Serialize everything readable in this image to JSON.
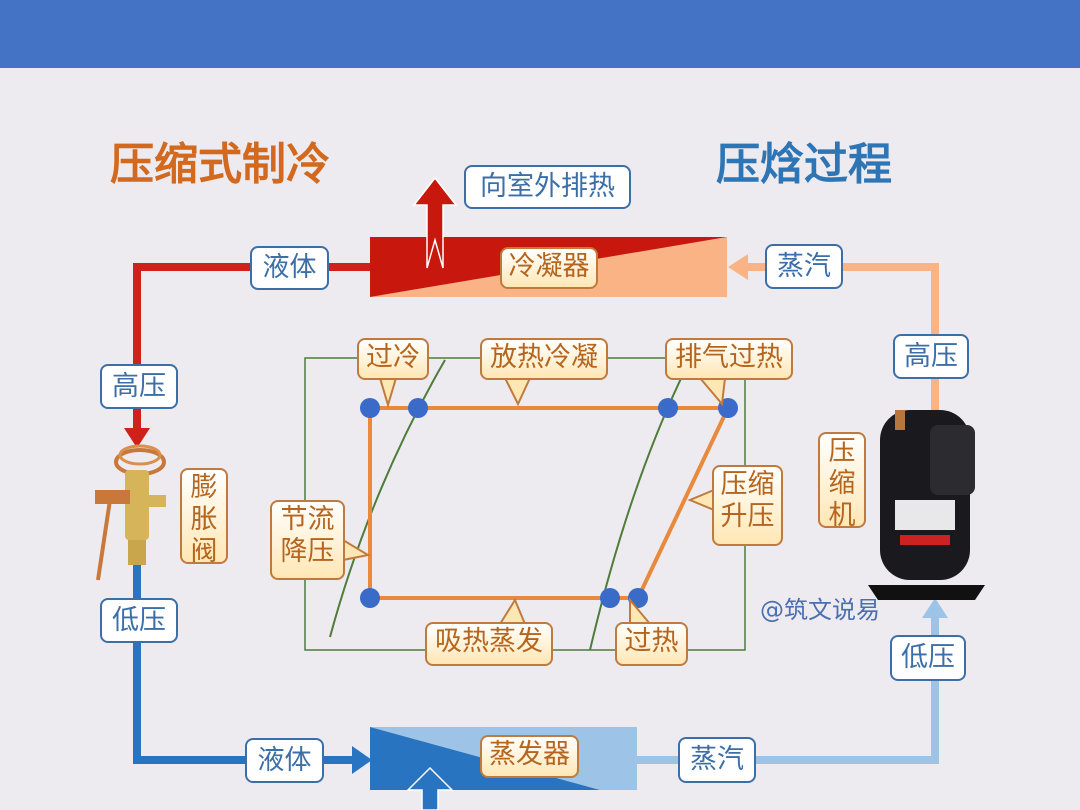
{
  "titles": {
    "left": "压缩式制冷",
    "right": "压焓过程"
  },
  "condenser": {
    "label": "冷凝器",
    "heat_out": "向室外排热"
  },
  "evaporator": {
    "label": "蒸发器"
  },
  "pipes": {
    "top_left_state": "液体",
    "left_pressure_high": "高压",
    "left_pressure_low": "低压",
    "bottom_left_state": "液体",
    "top_right_state": "蒸汽",
    "right_pressure_high": "高压",
    "bottom_right_state": "蒸汽",
    "right_pressure_low": "低压"
  },
  "components": {
    "expansion_valve": "膨胀阀",
    "compressor": "压缩机"
  },
  "ph_diagram": {
    "subcool": "过冷",
    "condense": "放热冷凝",
    "discharge_superheat": "排气过热",
    "throttle": "节流降压",
    "compress": "压缩升压",
    "evaporate": "吸热蒸发",
    "superheat": "过热"
  },
  "watermark": "@筑文说易",
  "colors": {
    "header": "#4472C4",
    "hot": "#C8170D",
    "warm": "#F9B384",
    "cold": "#2874C0",
    "cool": "#9DC3E6",
    "cycle": "#E8893C",
    "saturation": "#4E7D3A",
    "point": "#3A6BC9"
  }
}
